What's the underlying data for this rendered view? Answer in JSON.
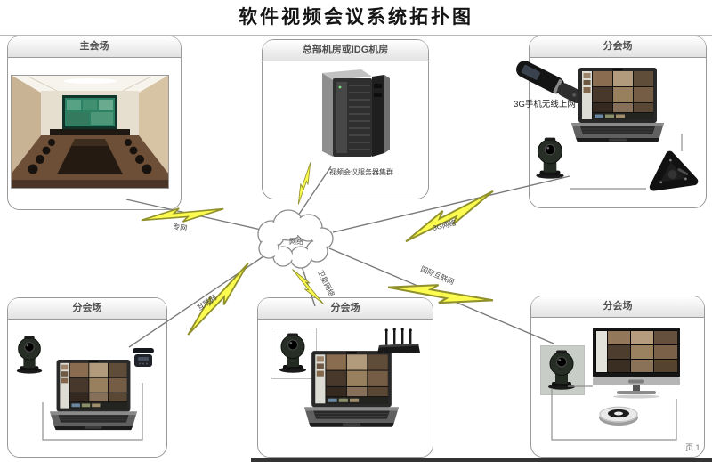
{
  "title": "软件视频会议系统拓扑图",
  "cloud": {
    "label": "网络"
  },
  "links": {
    "private": "专网",
    "mobile3g": "3G网络",
    "internet": "互联网",
    "satellite": "卫星网络",
    "intl_internet": "国际互联网"
  },
  "boxes": {
    "main": {
      "label": "主会场",
      "devices": [
        "conference-room-photo"
      ]
    },
    "hq": {
      "label": "总部机房或IDG机房",
      "device_caption": "视频会议服务器集群",
      "devices": [
        "server-cluster-tower"
      ]
    },
    "tr": {
      "label": "分会场",
      "note": "3G手机无线上网",
      "devices": [
        "3g-usb-modem",
        "laptop",
        "ptz-camera",
        "triangle-speakerphone"
      ]
    },
    "bl": {
      "label": "分会场",
      "devices": [
        "ptz-camera",
        "laptop",
        "ip-phone"
      ]
    },
    "bc": {
      "label": "分会场",
      "devices": [
        "ptz-camera",
        "laptop",
        "wireless-router"
      ]
    },
    "br": {
      "label": "分会场",
      "devices": [
        "ptz-camera",
        "tv-display",
        "round-speakerphone"
      ]
    }
  },
  "footer": {
    "page_label": "页 1"
  },
  "colors": {
    "bolt_fill": "#fbfb50",
    "bolt_stroke": "#90902c",
    "link_line": "#7a7a7a",
    "box_border": "#9a9a9a"
  }
}
